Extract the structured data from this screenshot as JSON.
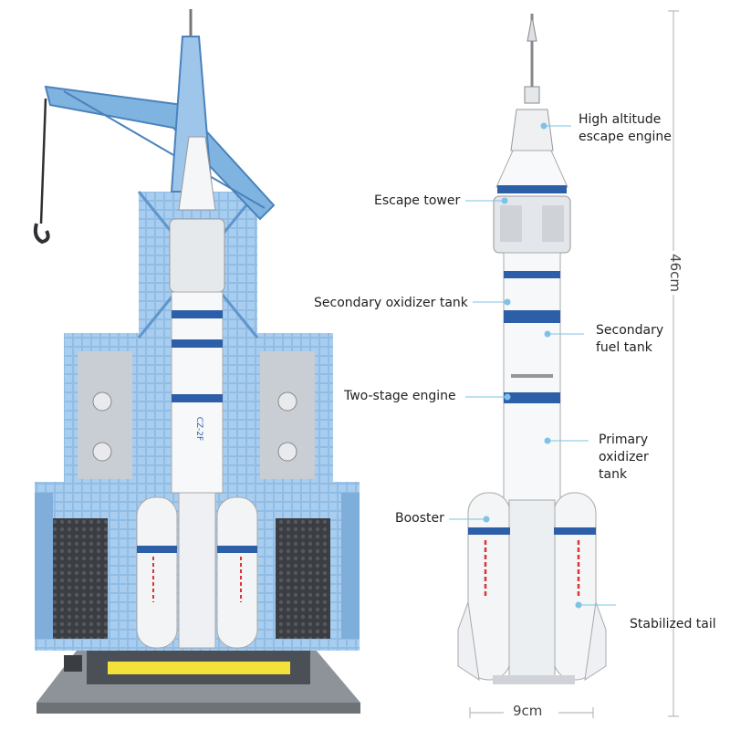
{
  "labels": {
    "high_altitude_1": "High altitude",
    "high_altitude_2": "escape engine",
    "escape_tower": "Escape tower",
    "secondary_oxidizer": "Secondary oxidizer tank",
    "secondary_fuel_1": "Secondary",
    "secondary_fuel_2": "fuel tank",
    "two_stage": "Two-stage engine",
    "primary_oxidizer_1": "Primary",
    "primary_oxidizer_2": "oxidizer",
    "primary_oxidizer_3": "tank",
    "booster": "Booster",
    "stabilized_tail": "Stabilized tail"
  },
  "dimensions": {
    "height": "46cm",
    "width": "9cm"
  },
  "rocket_code": "CZ-2F",
  "colors": {
    "accent_blue": "#2d5fa8",
    "tower_blue": "#7fb3e0",
    "leader_dot": "#7cc3e6"
  }
}
